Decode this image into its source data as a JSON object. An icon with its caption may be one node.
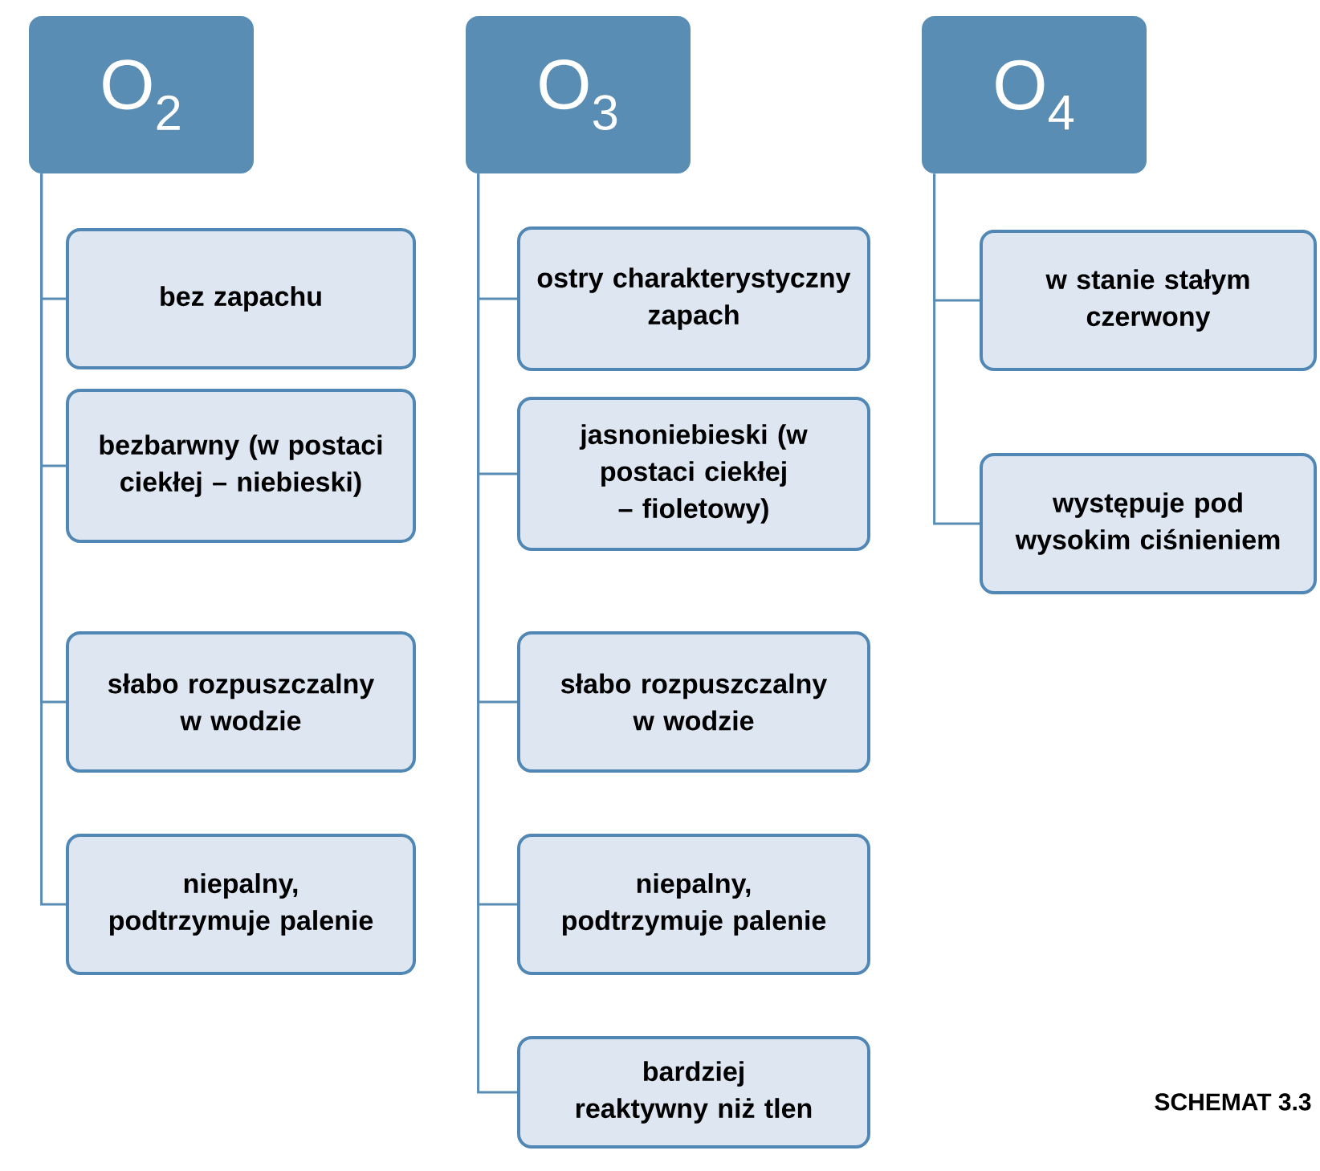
{
  "diagram": {
    "nodes": [
      {
        "text": [
          "O$_{2}$"
        ]
      },
      {
        "text": [
          "bez zapachu"
        ]
      },
      {
        "text": [
          "bezbarwny (w postaci ciekłej – niebieski)"
        ]
      },
      {
        "text": [
          "słabo rozpuszczalny w wodzie"
        ]
      },
      {
        "text": [
          "niepalny, podtrzymuje palenie"
        ]
      },
      {
        "text": [
          "O$_{3}$"
        ]
      },
      {
        "text": [
          "ostry charakterystyczny zapach"
        ]
      },
      {
        "text": [
          "jasnoniebieski (w postaci ciekłej – fioletowy)"
        ]
      },
      {
        "text": [
          "słabo rozpuszczalny w wodzie"
        ]
      },
      {
        "text": [
          "niepalny, podtrzymuje palenie"
        ]
      },
      {
        "text": [
          "bardziej reaktywny niż tlen"
        ]
      },
      {
        "text": [
          "O$_{4}$"
        ]
      },
      {
        "text": [
          "w stanie stałym czerwony"
        ]
      },
      {
        "text": [
          "występuje pod wysokim ciśnieniem"
        ]
      }
    ],
    "edges": [
      {
        "from": 0,
        "to": 1,
        "arrow": "none"
      },
      {
        "from": 0,
        "to": 2,
        "arrow": "none"
      },
      {
        "from": 0,
        "to": 3,
        "arrow": "none"
      },
      {
        "from": 0,
        "to": 4,
        "arrow": "none"
      },
      {
        "from": 5,
        "to": 6,
        "arrow": "none"
      },
      {
        "from": 5,
        "to": 7,
        "arrow": "none"
      },
      {
        "from": 5,
        "to": 8,
        "arrow": "none"
      },
      {
        "from": 5,
        "to": 9,
        "arrow": "none"
      },
      {
        "from": 5,
        "to": 10,
        "arrow": "none"
      },
      {
        "from": 11,
        "to": 12,
        "arrow": "none"
      },
      {
        "from": 11,
        "to": 13,
        "arrow": "none"
      }
    ],
    "labels": [
      "SCHEMAT 3.3"
    ]
  }
}
